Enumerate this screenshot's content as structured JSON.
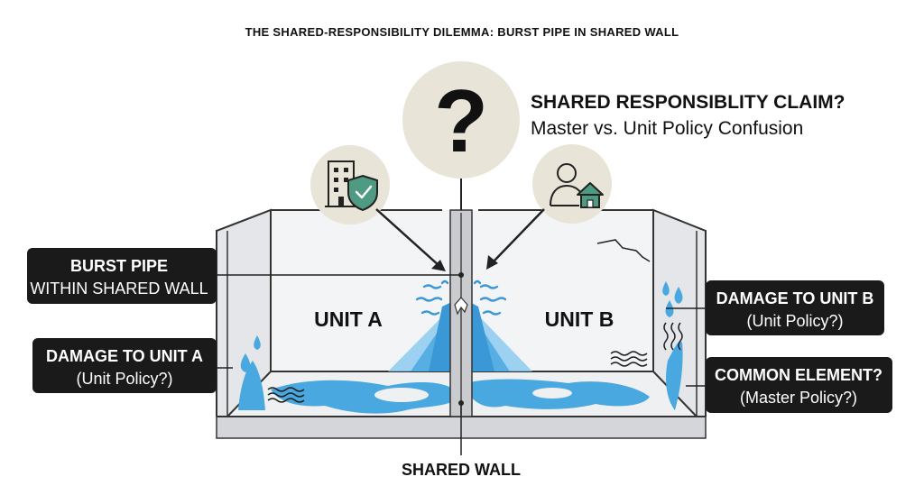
{
  "title": "THE SHARED-RESPONSIBILITY DILEMMA: BURST PIPE IN SHARED WALL",
  "question": {
    "heading": "SHARED RESPONSIBLITY CLAIM?",
    "subheading": "Master vs. Unit Policy Confusion",
    "icon": "question-mark-icon"
  },
  "icons": {
    "left": "building-shield-icon",
    "right": "person-home-icon"
  },
  "units": {
    "a": "UNIT A",
    "b": "UNIT B"
  },
  "callouts": {
    "burst_pipe": {
      "line1": "BURST PIPE",
      "line2": "WITHIN SHARED WALL"
    },
    "damage_a": {
      "line1": "DAMAGE TO UNIT A",
      "line2": "(Unit Policy?)"
    },
    "damage_b": {
      "line1": "DAMAGE TO UNIT B",
      "line2": "(Unit Policy?)"
    },
    "common": {
      "line1": "COMMON ELEMENT?",
      "line2": "(Master Policy?)"
    }
  },
  "shared_wall_label": "SHARED WALL",
  "colors": {
    "water": "#4aa8e0",
    "water_light": "#8ccaf0",
    "icon_green": "#4f9a82",
    "circle_bg": "#e9e4d8",
    "callout_bg": "#1a1a1a",
    "line": "#1a1a1a",
    "wall_gray": "#c9cbcf",
    "floor_gray": "#d4d6da"
  }
}
